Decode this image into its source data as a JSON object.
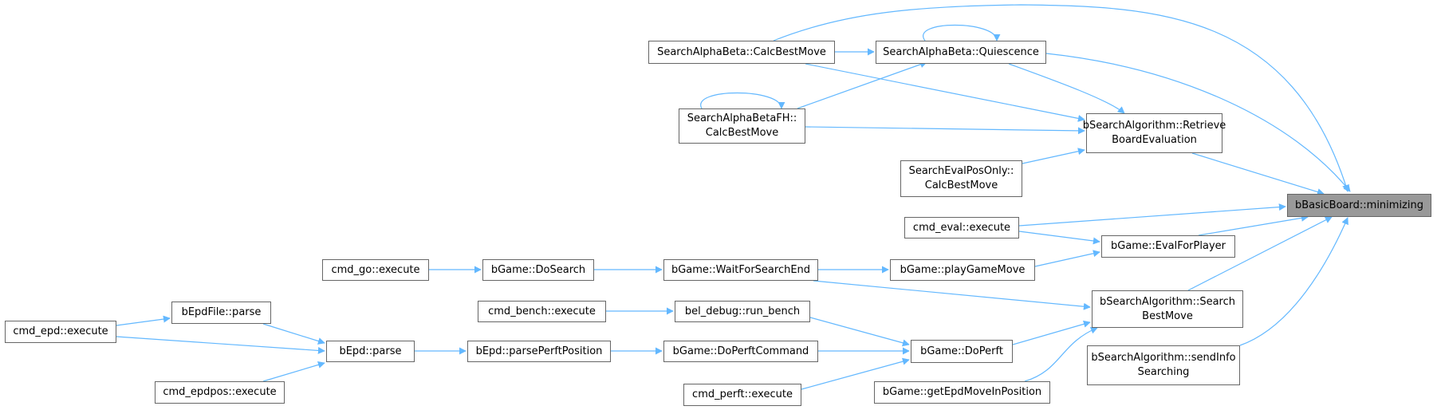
{
  "diagram": {
    "type": "caller-graph",
    "colors": {
      "edge": "#63b8ff",
      "node_border": "#666666",
      "target_fill": "#999999",
      "node_fill": "#ffffff"
    },
    "nodes": [
      {
        "id": "minimizing",
        "lines": [
          "bBasicBoard::minimizing"
        ],
        "target": true
      },
      {
        "id": "sab_calc",
        "lines": [
          "SearchAlphaBeta::CalcBestMove"
        ]
      },
      {
        "id": "sab_quiesce",
        "lines": [
          "SearchAlphaBeta::Quiescence"
        ]
      },
      {
        "id": "sabfh_calc",
        "lines": [
          "SearchAlphaBetaFH::",
          "CalcBestMove"
        ]
      },
      {
        "id": "retrieve",
        "lines": [
          "bSearchAlgorithm::Retrieve",
          "BoardEvaluation"
        ]
      },
      {
        "id": "evalpos",
        "lines": [
          "SearchEvalPosOnly::",
          "CalcBestMove"
        ]
      },
      {
        "id": "cmd_eval",
        "lines": [
          "cmd_eval::execute"
        ]
      },
      {
        "id": "evalforplayer",
        "lines": [
          "bGame::EvalForPlayer"
        ]
      },
      {
        "id": "cmd_go",
        "lines": [
          "cmd_go::execute"
        ]
      },
      {
        "id": "dosearch",
        "lines": [
          "bGame::DoSearch"
        ]
      },
      {
        "id": "waitsearch",
        "lines": [
          "bGame::WaitForSearchEnd"
        ]
      },
      {
        "id": "playgamemove",
        "lines": [
          "bGame::playGameMove"
        ]
      },
      {
        "id": "searchbestmove",
        "lines": [
          "bSearchAlgorithm::Search",
          "BestMove"
        ]
      },
      {
        "id": "sendinfo",
        "lines": [
          "bSearchAlgorithm::sendInfo",
          "Searching"
        ]
      },
      {
        "id": "epdfile_parse",
        "lines": [
          "bEpdFile::parse"
        ]
      },
      {
        "id": "cmd_epd",
        "lines": [
          "cmd_epd::execute"
        ]
      },
      {
        "id": "cmd_epdpos",
        "lines": [
          "cmd_epdpos::execute"
        ]
      },
      {
        "id": "epd_parse",
        "lines": [
          "bEpd::parse"
        ]
      },
      {
        "id": "parseperft",
        "lines": [
          "bEpd::parsePerftPosition"
        ]
      },
      {
        "id": "cmd_bench",
        "lines": [
          "cmd_bench::execute"
        ]
      },
      {
        "id": "runbench",
        "lines": [
          "bel_debug::run_bench"
        ]
      },
      {
        "id": "doperftcmd",
        "lines": [
          "bGame::DoPerftCommand"
        ]
      },
      {
        "id": "doperft",
        "lines": [
          "bGame::DoPerft"
        ]
      },
      {
        "id": "cmd_perft",
        "lines": [
          "cmd_perft::execute"
        ]
      },
      {
        "id": "getepdmove",
        "lines": [
          "bGame::getEpdMoveInPosition"
        ]
      }
    ]
  }
}
